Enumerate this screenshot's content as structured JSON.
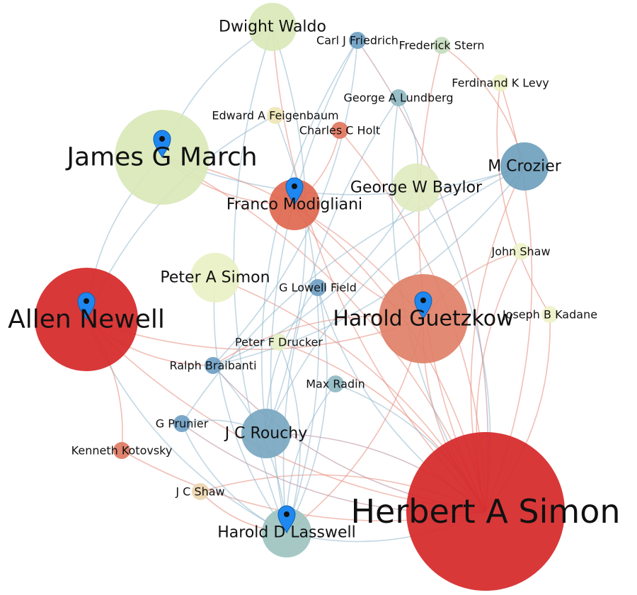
{
  "nodes": [
    {
      "id": "simon",
      "label": "Herbert A Simon",
      "color": "#d62728"
    },
    {
      "id": "newell",
      "label": "Allen Newell",
      "color": "#d62728"
    },
    {
      "id": "march",
      "label": "James G March",
      "color": "#d9e8b8"
    },
    {
      "id": "guetzkow",
      "label": "Harold Guetzkow",
      "color": "#e08067"
    },
    {
      "id": "modigliani",
      "label": "Franco Modigliani",
      "color": "#e0674f"
    },
    {
      "id": "lasswell",
      "label": "Harold D Lasswell",
      "color": "#9dc3c0"
    },
    {
      "id": "rouchy",
      "label": "J C Rouchy",
      "color": "#78a7c0"
    },
    {
      "id": "crozier",
      "label": "M Crozier",
      "color": "#6f9fbd"
    },
    {
      "id": "baylor",
      "label": "George W Baylor",
      "color": "#dfeac0"
    },
    {
      "id": "waldo",
      "label": "Dwight Waldo",
      "color": "#d9e8b8"
    },
    {
      "id": "psimon",
      "label": "Peter A Simon",
      "color": "#e9f1c4"
    },
    {
      "id": "friedrich",
      "label": "Carl J Friedrich",
      "color": "#6f9fc4"
    },
    {
      "id": "stern",
      "label": "Frederick Stern",
      "color": "#c6dcbe"
    },
    {
      "id": "levy",
      "label": "Ferdinand K Levy",
      "color": "#eef3c6"
    },
    {
      "id": "lundberg",
      "label": "George A Lundberg",
      "color": "#8fb8c2"
    },
    {
      "id": "feigenbaum",
      "label": "Edward A Feigenbaum",
      "color": "#efe6b6"
    },
    {
      "id": "holt",
      "label": "Charles C Holt",
      "color": "#e2765e"
    },
    {
      "id": "jshaw",
      "label": "John Shaw",
      "color": "#eef3c9"
    },
    {
      "id": "kadane",
      "label": "Joseph B Kadane",
      "color": "#eef3c9"
    },
    {
      "id": "field",
      "label": "G Lowell Field",
      "color": "#6f9fc4"
    },
    {
      "id": "drucker",
      "label": "Peter F Drucker",
      "color": "#e6f0c6"
    },
    {
      "id": "braibanti",
      "label": "Ralph Braibanti",
      "color": "#6f9fc4"
    },
    {
      "id": "radin",
      "label": "Max Radin",
      "color": "#8fb8c2"
    },
    {
      "id": "prunier",
      "label": "G Prunier",
      "color": "#6f9fc4"
    },
    {
      "id": "kotovsky",
      "label": "Kenneth Kotovsky",
      "color": "#e07a63"
    },
    {
      "id": "jcshaw",
      "label": "J C Shaw",
      "color": "#ecd6b0"
    }
  ],
  "markers": [
    "march",
    "modigliani",
    "newell",
    "guetzkow",
    "lasswell"
  ],
  "marker_color": "#1e88f0",
  "edge_colors": {
    "warm": "#e58a7a",
    "cool": "#8fb6cc",
    "muted": "#b98a9a"
  },
  "edges": [
    [
      "simon",
      "newell",
      "warm"
    ],
    [
      "simon",
      "march",
      "warm"
    ],
    [
      "simon",
      "guetzkow",
      "warm"
    ],
    [
      "simon",
      "modigliani",
      "warm"
    ],
    [
      "simon",
      "lasswell",
      "cool"
    ],
    [
      "simon",
      "rouchy",
      "muted"
    ],
    [
      "simon",
      "crozier",
      "warm"
    ],
    [
      "simon",
      "baylor",
      "cool"
    ],
    [
      "simon",
      "waldo",
      "warm"
    ],
    [
      "simon",
      "friedrich",
      "muted"
    ],
    [
      "simon",
      "stern",
      "warm"
    ],
    [
      "simon",
      "levy",
      "warm"
    ],
    [
      "simon",
      "lundberg",
      "cool"
    ],
    [
      "simon",
      "holt",
      "warm"
    ],
    [
      "simon",
      "jshaw",
      "warm"
    ],
    [
      "simon",
      "kadane",
      "warm"
    ],
    [
      "simon",
      "field",
      "cool"
    ],
    [
      "simon",
      "drucker",
      "warm"
    ],
    [
      "simon",
      "braibanti",
      "muted"
    ],
    [
      "simon",
      "radin",
      "cool"
    ],
    [
      "simon",
      "prunier",
      "muted"
    ],
    [
      "simon",
      "jcshaw",
      "warm"
    ],
    [
      "simon",
      "kotovsky",
      "warm"
    ],
    [
      "simon",
      "psimon",
      "warm"
    ],
    [
      "newell",
      "march",
      "cool"
    ],
    [
      "newell",
      "lasswell",
      "cool"
    ],
    [
      "newell",
      "kotovsky",
      "warm"
    ],
    [
      "newell",
      "guetzkow",
      "warm"
    ],
    [
      "newell",
      "feigenbaum",
      "cool"
    ],
    [
      "march",
      "modigliani",
      "warm"
    ],
    [
      "march",
      "waldo",
      "cool"
    ],
    [
      "march",
      "crozier",
      "cool"
    ],
    [
      "march",
      "guetzkow",
      "warm"
    ],
    [
      "waldo",
      "lasswell",
      "cool"
    ],
    [
      "waldo",
      "rouchy",
      "cool"
    ],
    [
      "friedrich",
      "lasswell",
      "cool"
    ],
    [
      "friedrich",
      "braibanti",
      "cool"
    ],
    [
      "friedrich",
      "rouchy",
      "cool"
    ],
    [
      "lundberg",
      "baylor",
      "cool"
    ],
    [
      "lundberg",
      "lasswell",
      "cool"
    ],
    [
      "holt",
      "modigliani",
      "warm"
    ],
    [
      "crozier",
      "rouchy",
      "cool"
    ],
    [
      "crozier",
      "braibanti",
      "cool"
    ],
    [
      "crozier",
      "prunier",
      "cool"
    ],
    [
      "guetzkow",
      "jshaw",
      "warm"
    ],
    [
      "guetzkow",
      "braibanti",
      "warm"
    ],
    [
      "guetzkow",
      "lasswell",
      "warm"
    ],
    [
      "field",
      "rouchy",
      "cool"
    ],
    [
      "field",
      "lasswell",
      "cool"
    ],
    [
      "radin",
      "lasswell",
      "cool"
    ],
    [
      "prunier",
      "rouchy",
      "cool"
    ],
    [
      "prunier",
      "lasswell",
      "cool"
    ],
    [
      "braibanti",
      "lasswell",
      "cool"
    ],
    [
      "psimon",
      "lasswell",
      "cool"
    ],
    [
      "drucker",
      "lasswell",
      "cool"
    ],
    [
      "jcshaw",
      "lasswell",
      "warm"
    ],
    [
      "feigenbaum",
      "lasswell",
      "cool"
    ],
    [
      "levy",
      "kadane",
      "warm"
    ],
    [
      "stern",
      "crozier",
      "warm"
    ],
    [
      "modigliani",
      "guetzkow",
      "warm"
    ],
    [
      "baylor",
      "braibanti",
      "cool"
    ],
    [
      "newell",
      "braibanti",
      "warm"
    ]
  ]
}
